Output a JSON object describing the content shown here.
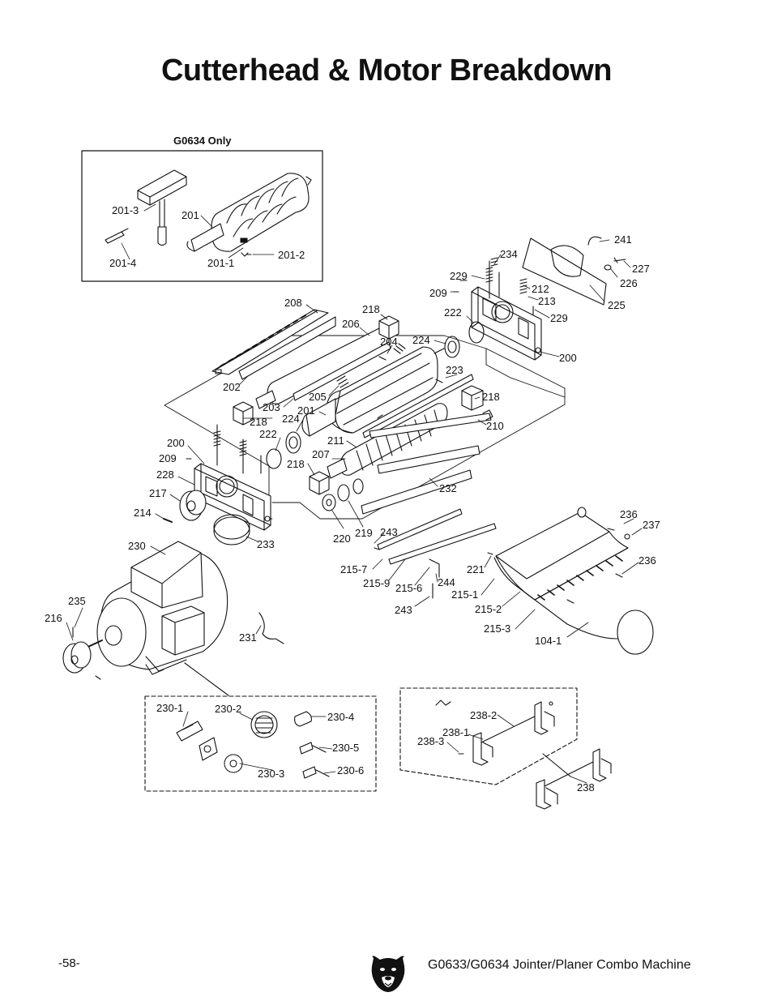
{
  "page": {
    "title": "Cutterhead & Motor Breakdown",
    "page_number": "-58-",
    "footer": "G0633/G0634 Jointer/Planer Combo Machine"
  },
  "inset": {
    "caption": "G0634 Only"
  },
  "labels": {
    "l201_3": "201-3",
    "l201_in": "201",
    "l201_4": "201-4",
    "l201_1": "201-1",
    "l201_2": "201-2",
    "l241": "241",
    "l234": "234",
    "l229a": "229",
    "l227": "227",
    "l226": "226",
    "l209a": "209",
    "l212": "212",
    "l213": "213",
    "l222a": "222",
    "l229b": "229",
    "l225": "225",
    "l208": "208",
    "l218a": "218",
    "l206": "206",
    "l224a": "224",
    "l204": "204",
    "l200a": "200",
    "l223": "223",
    "l202": "202",
    "l205": "205",
    "l218b": "218",
    "l203": "203",
    "l201": "201",
    "l224b": "224",
    "l218c": "218",
    "l210": "210",
    "l222b": "222",
    "l211": "211",
    "l200b": "200",
    "l207": "207",
    "l209b": "209",
    "l218d": "218",
    "l228": "228",
    "l232": "232",
    "l217": "217",
    "l214": "214",
    "l220": "220",
    "l219": "219",
    "l243a": "243",
    "l233": "233",
    "l230": "230",
    "l236a": "236",
    "l237": "237",
    "l236b": "236",
    "l215_7": "215-7",
    "l215_9": "215-9",
    "l215_6": "215-6",
    "l244": "244",
    "l221": "221",
    "l215_1": "215-1",
    "l243b": "243",
    "l215_2": "215-2",
    "l235": "235",
    "l216": "216",
    "l231": "231",
    "l215_3": "215-3",
    "l104_1": "104-1",
    "l230_1": "230-1",
    "l230_2": "230-2",
    "l230_4": "230-4",
    "l230_5": "230-5",
    "l230_3": "230-3",
    "l230_6": "230-6",
    "l238_2": "238-2",
    "l238_1": "238-1",
    "l238_3": "238-3",
    "l238": "238"
  },
  "colors": {
    "ink": "#111111",
    "paper": "#ffffff",
    "hatch": "#555555"
  },
  "icons": {
    "logo": "bear-head-logo"
  }
}
